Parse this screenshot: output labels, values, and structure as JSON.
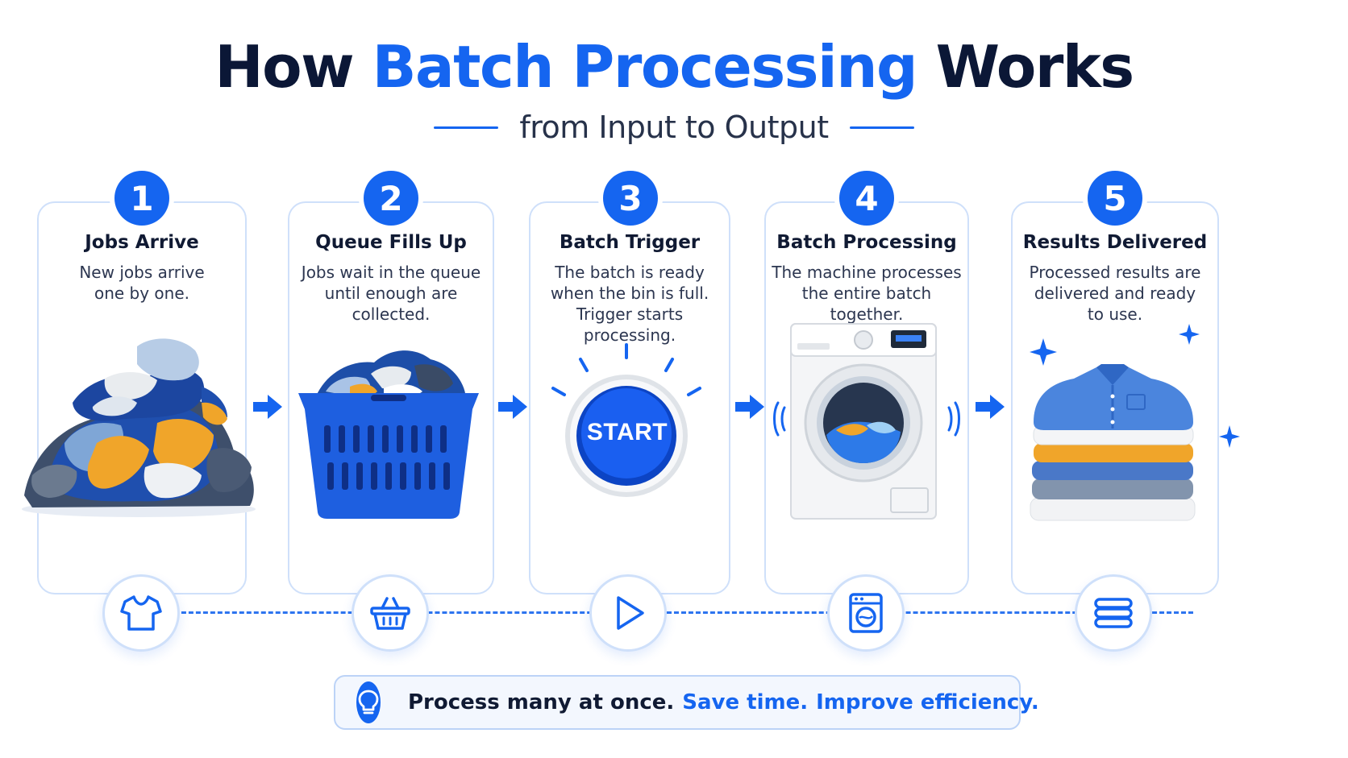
{
  "title": {
    "part1": "How ",
    "accent": "Batch Processing",
    "part2": " Works"
  },
  "subtitle": "from Input to Output",
  "steps": [
    {
      "number": "1",
      "title": "Jobs Arrive",
      "lines": [
        "New jobs arrive",
        "one by one."
      ],
      "illustration": "laundry-pile",
      "icon": "tshirt-icon"
    },
    {
      "number": "2",
      "title": "Queue Fills Up",
      "lines": [
        "Jobs wait in the queue",
        "until enough are",
        "collected."
      ],
      "illustration": "laundry-basket",
      "icon": "basket-icon"
    },
    {
      "number": "3",
      "title": "Batch Trigger",
      "lines": [
        "The batch is ready",
        "when the bin is full.",
        "Trigger starts",
        "processing."
      ],
      "illustration": "start-button",
      "button_label": "START",
      "icon": "play-icon"
    },
    {
      "number": "4",
      "title": "Batch Processing",
      "lines": [
        "The machine processes",
        "the entire batch",
        "together."
      ],
      "illustration": "washing-machine",
      "icon": "washing-machine-icon"
    },
    {
      "number": "5",
      "title": "Results Delivered",
      "lines": [
        "Processed results are",
        "delivered and ready",
        "to use."
      ],
      "illustration": "folded-shirts",
      "icon": "folded-clothes-icon"
    }
  ],
  "banner": {
    "icon": "lightbulb-icon",
    "text1": "Process many at once.",
    "text2": "Save time.",
    "text3": "Improve efficiency."
  },
  "colors": {
    "accent": "#1565f0",
    "card_border": "#cfe0fa",
    "heading": "#0b1736"
  }
}
